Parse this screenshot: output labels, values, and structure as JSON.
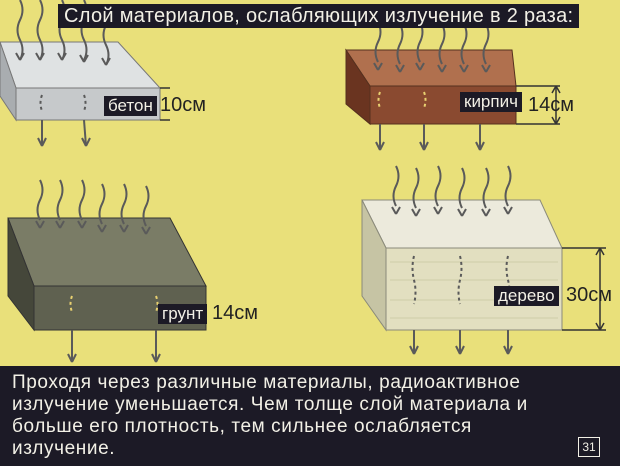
{
  "title": "Слой материалов, ослабляющих излучение в 2 раза:",
  "materials": {
    "concrete": {
      "name": "бетон",
      "thickness": "10см",
      "color": "#cfd2d4"
    },
    "brick": {
      "name": "кирпич",
      "thickness": "14см",
      "color": "#8a4a30"
    },
    "soil": {
      "name": "грунт",
      "thickness": "14см",
      "color": "#5f6150"
    },
    "wood": {
      "name": "дерево",
      "thickness": "30см",
      "color": "#e2dfc0"
    }
  },
  "caption": "Проходя через различные материалы, радиоактивное излучение уменьшается. Чем толще слой материала и больше его плотность, тем сильнее ослабляется излучение.",
  "frame_number": "31",
  "colors": {
    "background": "#e9e07a",
    "caption_bg": "#1c1a26",
    "caption_text": "#f2f0e6"
  }
}
